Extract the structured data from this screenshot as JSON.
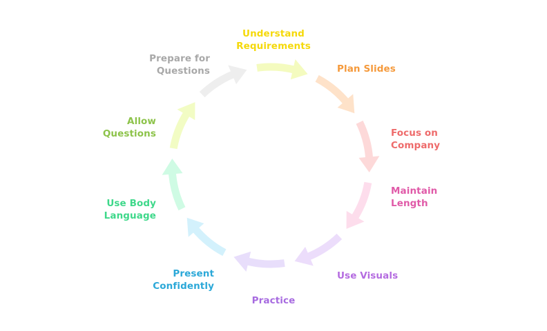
{
  "diagram": {
    "type": "cycle",
    "direction": "clockwise",
    "steps": [
      {
        "lines": [
          "Understand",
          "Requirements"
        ],
        "text_color": "#F5D90A",
        "arrow_color": "#F4FBBF"
      },
      {
        "lines": [
          "Plan Slides"
        ],
        "text_color": "#F59A3C",
        "arrow_color": "#FEE2C9"
      },
      {
        "lines": [
          "Focus on",
          "Company"
        ],
        "text_color": "#EE6B6B",
        "arrow_color": "#FDD9D9"
      },
      {
        "lines": [
          "Maintain",
          "Length"
        ],
        "text_color": "#E05AA8",
        "arrow_color": "#FDDDEC"
      },
      {
        "lines": [
          "Use Visuals"
        ],
        "text_color": "#B46BE0",
        "arrow_color": "#ECDDFB"
      },
      {
        "lines": [
          "Practice"
        ],
        "text_color": "#A76BE0",
        "arrow_color": "#E8DEFB"
      },
      {
        "lines": [
          "Present",
          "Confidently"
        ],
        "text_color": "#2BA8D8",
        "arrow_color": "#D3F1FC"
      },
      {
        "lines": [
          "Use Body",
          "Language"
        ],
        "text_color": "#3ED88A",
        "arrow_color": "#CFFBE4"
      },
      {
        "lines": [
          "Allow",
          "Questions"
        ],
        "text_color": "#8DC34A",
        "arrow_color": "#F2FCC4"
      },
      {
        "lines": [
          "Prepare for",
          "Questions"
        ],
        "text_color": "#A8A8A8",
        "arrow_color": "#EEEEEE"
      }
    ]
  }
}
